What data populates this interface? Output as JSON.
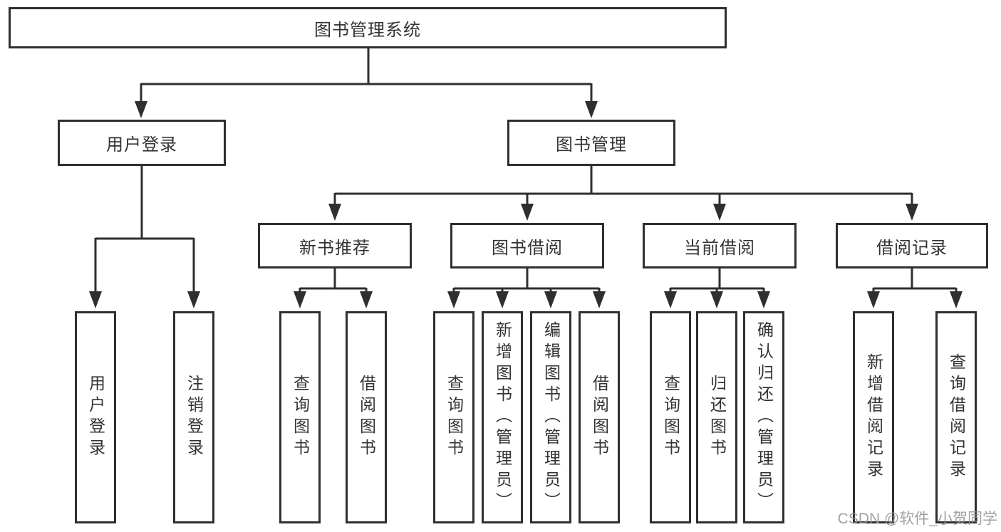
{
  "diagram": {
    "root": {
      "label": "图书管理系统"
    },
    "level2": [
      {
        "id": "user-login",
        "label": "用户登录"
      },
      {
        "id": "book-management",
        "label": "图书管理"
      }
    ],
    "level3": [
      {
        "id": "new-book-recommend",
        "label": "新书推荐"
      },
      {
        "id": "book-borrowing",
        "label": "图书借阅"
      },
      {
        "id": "current-borrowing",
        "label": "当前借阅"
      },
      {
        "id": "borrowing-records",
        "label": "借阅记录"
      }
    ],
    "leaves": [
      {
        "id": "user-login",
        "parent": "user-login",
        "label": "用户登录"
      },
      {
        "id": "logout",
        "parent": "user-login",
        "label": "注销登录"
      },
      {
        "id": "query-books-recommend",
        "parent": "new-book-recommend",
        "label": "查询图书"
      },
      {
        "id": "borrow-books-recommend",
        "parent": "new-book-recommend",
        "label": "借阅图书"
      },
      {
        "id": "query-books-borrowing",
        "parent": "book-borrowing",
        "label": "查询图书"
      },
      {
        "id": "add-books-admin",
        "parent": "book-borrowing",
        "label": "新增图书（管理员）"
      },
      {
        "id": "edit-books-admin",
        "parent": "book-borrowing",
        "label": "编辑图书（管理员）"
      },
      {
        "id": "borrow-books-borrowing",
        "parent": "book-borrowing",
        "label": "借阅图书"
      },
      {
        "id": "query-books-current",
        "parent": "current-borrowing",
        "label": "查询图书"
      },
      {
        "id": "return-books",
        "parent": "current-borrowing",
        "label": "归还图书"
      },
      {
        "id": "confirm-return-admin",
        "parent": "current-borrowing",
        "label": "确认归还（管理员）"
      },
      {
        "id": "add-borrow-record",
        "parent": "borrowing-records",
        "label": "新增借阅记录"
      },
      {
        "id": "query-borrow-record",
        "parent": "borrowing-records",
        "label": "查询借阅记录"
      }
    ]
  },
  "watermark": {
    "text": "CSDN @软件_小贺同学"
  },
  "colors": {
    "line": "#2f2f2f",
    "text": "#333333",
    "background": "#ffffff",
    "watermark": "#949494"
  }
}
